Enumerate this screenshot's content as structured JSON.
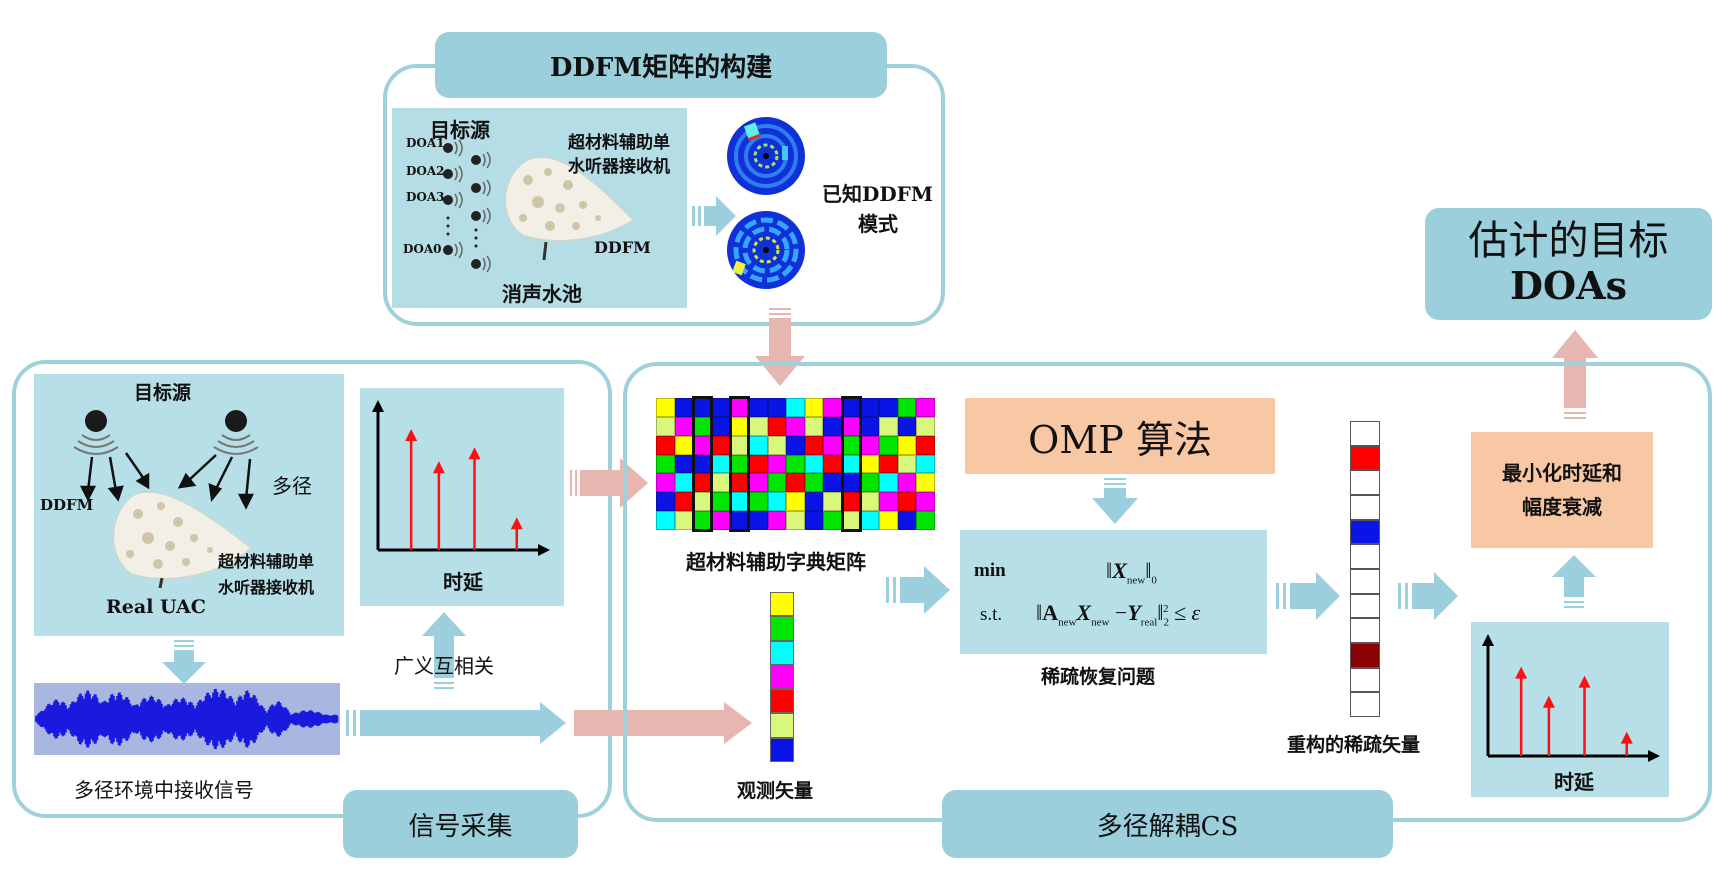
{
  "ddfm_panel": {
    "title": "DDFM矩阵的构建",
    "source_label": "目标源",
    "doa_labels": [
      "DOA1",
      "DOA2",
      "DOA3",
      "DOA0"
    ],
    "receiver_label_line1": "超材料辅助单",
    "receiver_label_line2": "水听器接收机",
    "ddfm_label": "DDFM",
    "tank_label": "消声水池",
    "known_pattern_line1": "已知DDFM",
    "known_pattern_line2": "模式"
  },
  "signal_panel": {
    "title": "信号采集",
    "source_label": "目标源",
    "multipath_label": "多径",
    "ddfm_label": "DDFM",
    "receiver_label_line1": "超材料辅助单",
    "receiver_label_line2": "水听器接收机",
    "uac_label": "Real UAC",
    "delay_axis_label": "时延",
    "gcc_label": "广义互相关",
    "received_signal_label": "多径环境中接收信号",
    "delay_stems": [
      0.85,
      0.62,
      0.72,
      0.22
    ]
  },
  "cs_panel": {
    "title": "多径解耦CS",
    "dictionary_label": "超材料辅助字典矩阵",
    "observation_label": "观测矢量",
    "omp_label": "OMP 算法",
    "equation": {
      "line1_op": "min",
      "line1_expr_var": "X",
      "line1_expr_sub": "new",
      "line1_norm": "0",
      "line2_op": "s.t.",
      "line2_A": "A",
      "line2_A_sub": "new",
      "line2_X": "X",
      "line2_X_sub": "new",
      "line2_minus": "−",
      "line2_Y": "Y",
      "line2_Y_sub": "real",
      "line2_norm_sub": "2",
      "line2_norm_sup": "2",
      "line2_le": "≤ ε"
    },
    "sparse_problem_label": "稀疏恢复问题",
    "sparse_vector_label": "重构的稀疏矢量",
    "minimize_line1": "最小化时延和",
    "minimize_line2": "幅度衰减",
    "delay_axis_label": "时延",
    "delay_stems": [
      0.78,
      0.52,
      0.7,
      0.2
    ]
  },
  "result": {
    "line1": "估计的目标",
    "line2": "DOAs"
  },
  "colors": {
    "Y": "#ffff00",
    "B": "#0a14e6",
    "C": "#00ffff",
    "M": "#ff00ff",
    "G": "#00e600",
    "R": "#ff0000",
    "L": "#d9f77a",
    "W": "#ffffff",
    "D": "#8b0000",
    "panel_border": "#9fd0dc",
    "tab_fill": "#9bcfdc",
    "orange_fill": "#f8c7a3",
    "pink_arrow": "#e7b6b0",
    "blue_arrow": "#9ccfdd"
  },
  "dictionary_matrix": {
    "rows": [
      "YBBBMBBCYMBBBGM",
      "LMGBYLRMLBMBLBL",
      "RYMRLCLBRMGMGYR",
      "GBBCGRMGCRCYRLC",
      "MCRLRMGRGBBGCMY",
      "BRLGCGCYBLRLMRM",
      "CLGMBBMLBGLCYBG"
    ],
    "highlighted_columns": [
      2,
      4,
      10
    ]
  },
  "observation_vector": "YGCMRLB",
  "sparse_vector": "WRWWBWWWWDWW"
}
